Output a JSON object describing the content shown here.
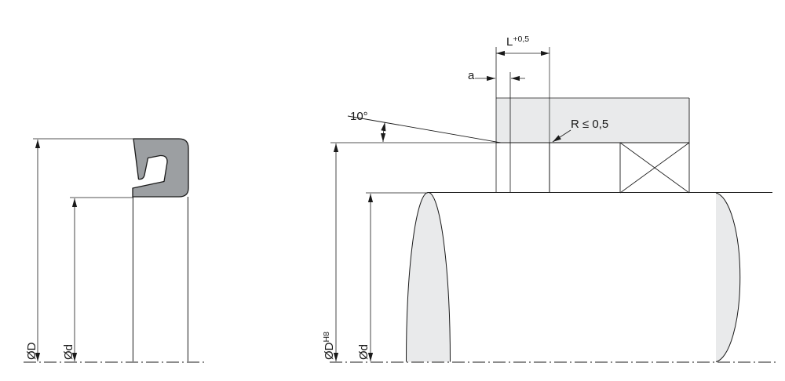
{
  "figure_left": {
    "outer_diameter_label": "ØD",
    "inner_diameter_label": "Ød"
  },
  "figure_right": {
    "groove_length_label": "L",
    "groove_length_tolerance": "+0,5",
    "clearance_label": "a",
    "chamfer_angle_label": "10°",
    "corner_radius_label": "R ≤ 0,5",
    "bore_diameter_label": "ØD",
    "bore_diameter_fit": "H8",
    "rod_diameter_label": "Ød"
  },
  "colors": {
    "line": "#1a1a1a",
    "seal_fill": "#9c9fa2",
    "surface_fill": "#e9eaeb",
    "background": "#ffffff"
  }
}
